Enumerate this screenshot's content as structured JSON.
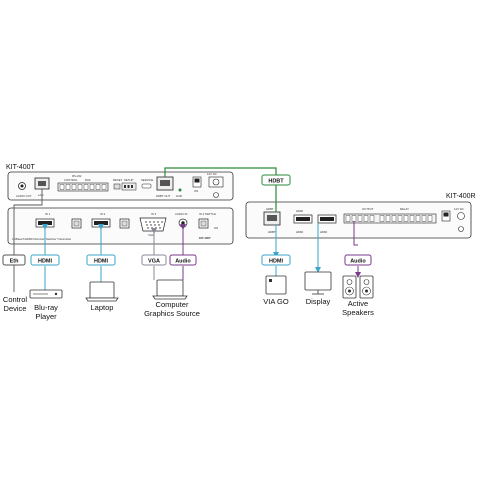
{
  "devices": {
    "transmitter": {
      "model": "KIT-400T",
      "front_caption": "HDBaseT/HDMI/VGA Auto Switcher Transmitter",
      "front_badge": "KIT-400T"
    },
    "receiver": {
      "model": "KIT-400R"
    }
  },
  "tx_rear_ports": {
    "audio_out": "AUDIO OUT",
    "lan": "LAN",
    "rs232_title": "RS-232",
    "control": "CONTROL",
    "dnk": "D&K",
    "reset": "RESET",
    "setup": "SETUP",
    "service": "SERVICE",
    "hdbt_out": "HDBT OUT",
    "link": "LINK",
    "ps_on": "ON",
    "power": "12V DC"
  },
  "tx_front_ports": {
    "in1": "IN 1",
    "in2": "IN 2",
    "in3": "IN 3",
    "vga": "VGA",
    "audio_in": "AUDIO IN",
    "hdmi_switch": "IN 4 SWITCH",
    "on": "ON"
  },
  "rx_ports": {
    "hdbt_in": "HDBT",
    "hdmi_in": "HDMI",
    "hdmi_out": "HDMI",
    "hdbt_lbl": "HDBT",
    "hdmi_lbl": "HDMI",
    "output_group": "OUTPUT",
    "relay_group": "RELAY",
    "dc": "12V DC"
  },
  "signal_tags": {
    "hdbt": "HDBT",
    "eth": "Eth",
    "hdmi_bluray": "HDMI",
    "hdmi_laptop": "HDMI",
    "vga": "VGA",
    "audio_source": "Audio",
    "hdmi_viago": "HDMI",
    "audio_speakers": "Audio"
  },
  "endpoints": {
    "control_device": "Control\nDevice",
    "bluray": "Blu-ray\nPlayer",
    "laptop": "Laptop",
    "computer": "Computer\nGraphics Source",
    "viago": "VIA GO",
    "display": "Display",
    "speakers": "Active\nSpeakers"
  },
  "colors": {
    "hdbt_line": "#2a8a3a",
    "hdmi_line": "#3aa6c9",
    "vga_line": "#8a8a9a",
    "audio_line": "#7a3a8a",
    "eth_line": "#555555",
    "device_stroke": "#333333"
  }
}
